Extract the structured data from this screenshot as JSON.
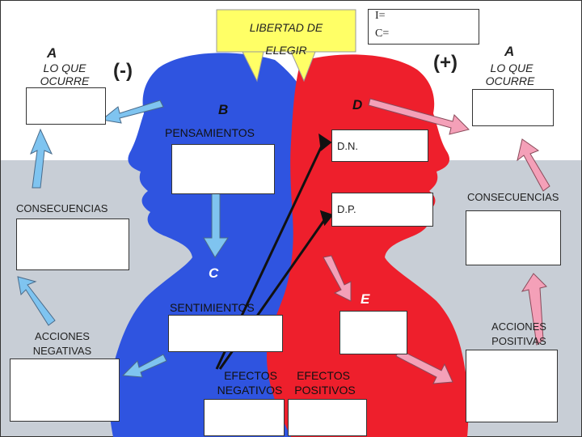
{
  "top": {
    "choose_label_line1": "LIBERTAD DE",
    "choose_label_line2": "ELEGIR",
    "i_label": "I=",
    "c_label": "C="
  },
  "left": {
    "a_letter": "A",
    "what_happens_1": "LO QUE",
    "what_happens_2": "OCURRE",
    "sign": "(-)",
    "consequences": "CONSECUENCIAS",
    "actions_1": "ACCIONES",
    "actions_2": "NEGATIVAS"
  },
  "right": {
    "sign": "(+)",
    "a_letter": "A",
    "what_happens_1": "LO QUE",
    "what_happens_2": "OCURRE",
    "consequences": "CONSECUENCIAS",
    "actions_1": "ACCIONES",
    "actions_2": "POSITIVAS"
  },
  "center": {
    "b_letter": "B",
    "thoughts": "PENSAMIENTOS",
    "c_letter": "C",
    "feelings": "SENTIMIENTOS",
    "d_letter": "D",
    "dn": "D.N.",
    "dp": "D.P.",
    "e_letter": "E",
    "effects_neg_1": "EFECTOS",
    "effects_neg_2": "NEGATIVOS",
    "effects_pos_1": "EFECTOS",
    "effects_pos_2": "POSITIVOS"
  },
  "colors": {
    "blue_head": "#2f54e0",
    "red_head": "#ee1f2c",
    "yellow_box": "#ffff66",
    "gray_band": "#c8ced6",
    "light_blue_arrow": "#7fc4f0",
    "pink_arrow": "#f4a0b8"
  }
}
